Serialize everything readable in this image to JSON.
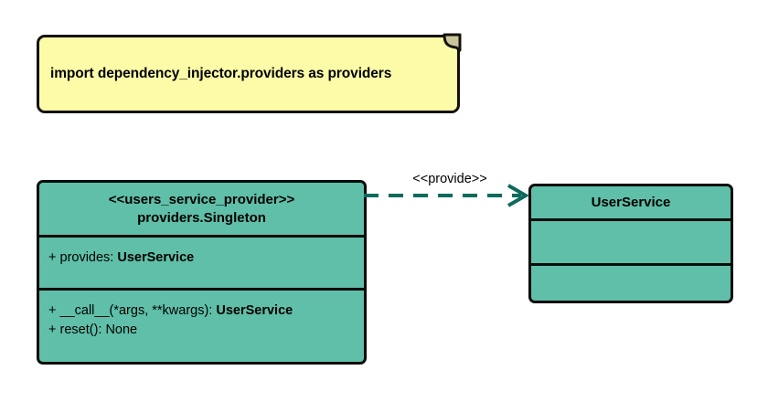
{
  "diagram": {
    "type": "uml-class-diagram",
    "background_color": "#ffffff",
    "palette": {
      "class_fill": "#5fbfa8",
      "class_border": "#0c0c0c",
      "note_fill": "#fbfba8",
      "note_border": "#14110c",
      "connector": "#0c6b5c",
      "text": "#000000"
    }
  },
  "note": {
    "text": "import dependency_injector.providers as providers",
    "fold_icon": "page-fold-icon"
  },
  "classes": [
    {
      "id": "users-service-provider",
      "stereotype": "<<users_service_provider>>",
      "name": "providers.Singleton",
      "attributes": [
        {
          "visibility": "+",
          "label": "provides:",
          "type": "UserService"
        }
      ],
      "operations": [
        {
          "visibility": "+",
          "label": "__call__(*args, **kwargs):",
          "type": "UserService"
        },
        {
          "visibility": "+",
          "label": "reset():",
          "type": "None"
        }
      ]
    },
    {
      "id": "user-service",
      "stereotype": "",
      "name": "UserService",
      "attributes": [],
      "operations": []
    }
  ],
  "connector": {
    "label": "<<provide>>",
    "style": "dashed",
    "arrow": "open-arrow-icon",
    "source": "users-service-provider",
    "target": "user-service"
  }
}
